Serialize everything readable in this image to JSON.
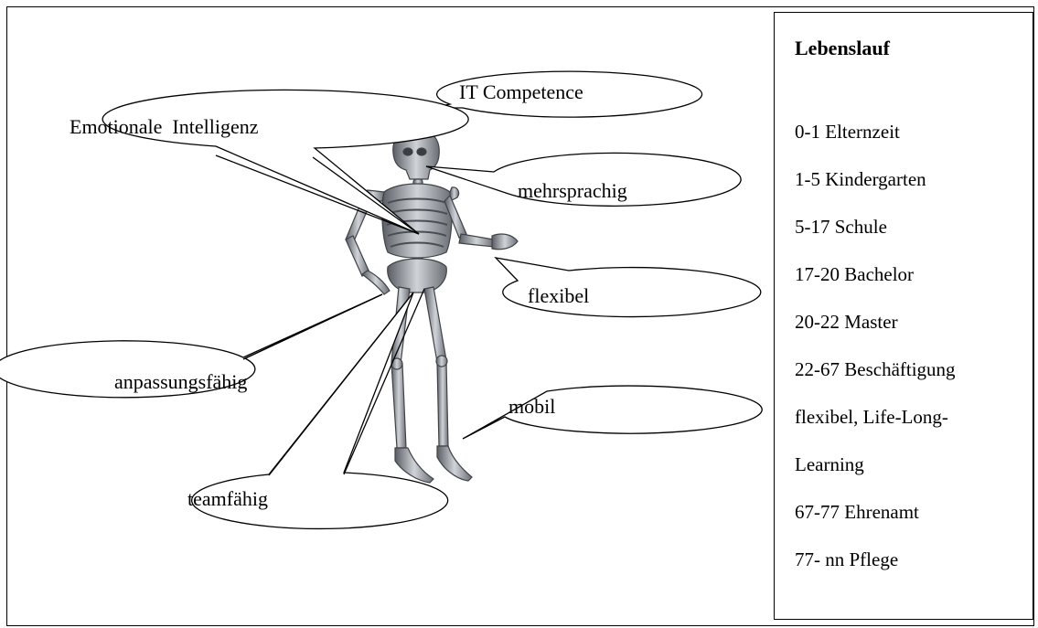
{
  "bubbles": {
    "it_competence": "IT Competence",
    "emotional_intelligence": "Emotionale  Intelligenz",
    "multilingual": "mehrsprachig",
    "flexible": "flexibel",
    "adaptable": "anpassungsfähig",
    "mobile": "mobil",
    "team_player": "teamfähig"
  },
  "cv": {
    "title": "Lebenslauf",
    "items": [
      "0-1 Elternzeit",
      "1-5 Kindergarten",
      "5-17 Schule",
      "17-20 Bachelor",
      "20-22 Master",
      "22-67 Beschäftigung",
      "flexibel, Life-Long-",
      "Learning",
      "67-77 Ehrenamt",
      "77- nn Pflege"
    ]
  },
  "colors": {
    "outline": "#000000",
    "skeleton_light": "#c9ccd1",
    "skeleton_mid": "#8f949b",
    "skeleton_dark": "#4b4f55"
  }
}
